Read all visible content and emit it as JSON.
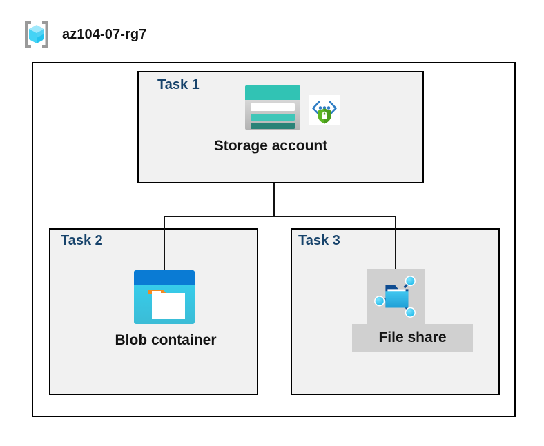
{
  "resource_group": {
    "name": "az104-07-rg7",
    "icon": "resource-group-cube-icon"
  },
  "tasks": [
    {
      "label": "Task 1",
      "node_label": "Storage account",
      "icons": [
        "storage-account-icon",
        "secure-endpoint-shield-icon"
      ],
      "highlighted": false
    },
    {
      "label": "Task 2",
      "node_label": "Blob container",
      "icons": [
        "blob-container-icon"
      ],
      "highlighted": false
    },
    {
      "label": "Task 3",
      "node_label": "File share",
      "icons": [
        "file-share-icon"
      ],
      "highlighted": true
    }
  ],
  "colors": {
    "task_label": "#17436b",
    "node_label": "#131313",
    "box_border": "#000000",
    "box_fill": "#f1f1f1",
    "boundary_fill": "#ffffff",
    "selection_highlight": "#d0d0d0",
    "storage_teal": "#31c3b4",
    "storage_teal_dark": "#2a8277",
    "blob_blue": "#0a7bd4",
    "blob_cyan": "#31d0f0",
    "blob_orange": "#f28a22",
    "fileshare_blue": "#32bdec",
    "fileshare_navy": "#0f4c91",
    "shield_green": "#5bb522",
    "bracket_blue": "#2e7dc4",
    "cube_cyan": "#44d3f5",
    "bracket_gray": "#9a9a9a"
  }
}
